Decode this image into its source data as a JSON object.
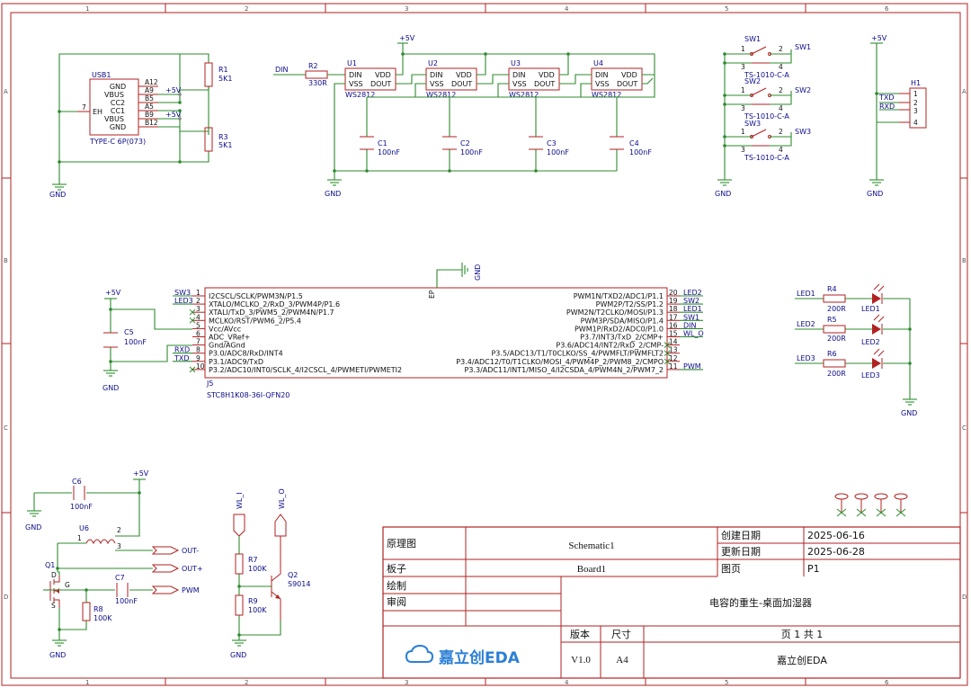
{
  "sheet": {
    "grid_cols": [
      "1",
      "2",
      "3",
      "4",
      "5",
      "6"
    ],
    "grid_rows": [
      "A",
      "B",
      "C",
      "D"
    ]
  },
  "title_block": {
    "kind_label": "原理图",
    "kind_value": "Schematic1",
    "board_label": "板子",
    "board_value": "Board1",
    "drawn_label": "绘制",
    "review_label": "审阅",
    "created_label": "创建日期",
    "created_value": "2025-06-16",
    "updated_label": "更新日期",
    "updated_value": "2025-06-28",
    "page_label": "图页",
    "page_value": "P1",
    "project_title": "电容的重生-桌面加湿器",
    "version_label": "版本",
    "version_value": "V1.0",
    "size_label": "尺寸",
    "size_value": "A4",
    "page_count": "页 1 共 1",
    "company": "嘉立创EDA",
    "logo_text": "嘉立创EDA"
  },
  "usb": {
    "ref": "USB1",
    "value": "TYPE-C 6P(073)",
    "pins": [
      "GND",
      "VBUS",
      "CC2",
      "CC1",
      "VBUS",
      "GND"
    ],
    "pin_numbers": [
      "A12",
      "A9",
      "B5",
      "A5",
      "B9",
      "B12"
    ],
    "shell_label": "EH",
    "shell_pin": "7",
    "r1_ref": "R1",
    "r1_val": "5K1",
    "r3_ref": "R3",
    "r3_val": "5K1"
  },
  "leds": {
    "chips": [
      {
        "ref": "U1",
        "value": "WS2812"
      },
      {
        "ref": "U2",
        "value": "WS2812"
      },
      {
        "ref": "U3",
        "value": "WS2812"
      },
      {
        "ref": "U4",
        "value": "WS2812"
      }
    ],
    "pin_left": [
      "DIN",
      "VSS"
    ],
    "pin_right": [
      "VDD",
      "DOUT"
    ],
    "caps": [
      {
        "ref": "C1",
        "value": "100nF"
      },
      {
        "ref": "C2",
        "value": "100nF"
      },
      {
        "ref": "C3",
        "value": "100nF"
      },
      {
        "ref": "C4",
        "value": "100nF"
      }
    ],
    "r2_ref": "R2",
    "r2_val": "330R",
    "din_net": "DIN"
  },
  "switches": [
    {
      "ref": "SW1",
      "value": "TS-1010-C-A",
      "net": "SW1"
    },
    {
      "ref": "SW2",
      "value": "TS-1010-C-A",
      "net": "SW2"
    },
    {
      "ref": "SW3",
      "value": "TS-1010-C-A",
      "net": "SW3"
    }
  ],
  "header": {
    "ref": "H1",
    "nets": [
      "TXD",
      "RXD"
    ],
    "pins": [
      "1",
      "2",
      "3",
      "4"
    ]
  },
  "mcu": {
    "ref": "J5",
    "value": "STC8H1K08-36I-QFN20",
    "ep_label": "EP",
    "left_pins": [
      {
        "num": "1",
        "label": "I2CSCL/SCLK/PWM3N/P1.5",
        "net": "SW3"
      },
      {
        "num": "2",
        "label": "XTALO/MCLKO_2/RxD_3/PWM4P/P1.6",
        "net": "LED3"
      },
      {
        "num": "3",
        "label": "XTALI/TxD_3/PWM5_2/PWM4N/P1.7",
        "net": ""
      },
      {
        "num": "4",
        "label": "MCLKO/RST/PWM6_2/P5.4",
        "net": ""
      },
      {
        "num": "5",
        "label": "Vcc/AVcc",
        "net": ""
      },
      {
        "num": "6",
        "label": "ADC_VRef+",
        "net": ""
      },
      {
        "num": "7",
        "label": "Gnd/AGnd",
        "net": ""
      },
      {
        "num": "8",
        "label": "P3.0/ADC8/RxD/INT4",
        "net": "RXD"
      },
      {
        "num": "9",
        "label": "P3.1/ADC9/TxD",
        "net": "TXD"
      },
      {
        "num": "10",
        "label": "P3.2/ADC10/INT0/SCLK_4/I2CSCL_4/PWMETI/PWMETI2",
        "net": ""
      }
    ],
    "right_pins": [
      {
        "num": "20",
        "label": "PWM1N/TXD2/ADC1/P1.1",
        "net": "LED2"
      },
      {
        "num": "19",
        "label": "PWM2P/T2/SS/P1.2",
        "net": "SW2"
      },
      {
        "num": "18",
        "label": "PWM2N/T2CLKO/MOSI/P1.3",
        "net": "LED1"
      },
      {
        "num": "17",
        "label": "PWM3P/SDA/MISO/P1.4",
        "net": "SW1"
      },
      {
        "num": "16",
        "label": "PWM1P/RxD2/ADC0/P1.0",
        "net": "DIN"
      },
      {
        "num": "15",
        "label": "P3.7/INT3/TxD_2/CMP+",
        "net": "WL_O"
      },
      {
        "num": "14",
        "label": "P3.6/ADC14/INT2/RxD_2/CMP-",
        "net": ""
      },
      {
        "num": "13",
        "label": "P3.5/ADC13/T1/T0CLKO/SS_4/PWMFLT/PWMFLT2",
        "net": ""
      },
      {
        "num": "12",
        "label": "P3.4/ADC12/T0/T1CLKO/MOSI_4/PWM4P_2/PWM8_2/CMPO",
        "net": ""
      },
      {
        "num": "11",
        "label": "P3.3/ADC11/INT1/MISO_4/I2CSDA_4/PWM4N_2/PWM7_2",
        "net": "PWM"
      }
    ],
    "c5_ref": "C5",
    "c5_val": "100nF"
  },
  "indicators": [
    {
      "net": "LED1",
      "r_ref": "R4",
      "r_val": "200R",
      "led": "LED1"
    },
    {
      "net": "LED2",
      "r_ref": "R5",
      "r_val": "200R",
      "led": "LED2"
    },
    {
      "net": "LED3",
      "r_ref": "R6",
      "r_val": "200R",
      "led": "LED3"
    }
  ],
  "driver": {
    "c6_ref": "C6",
    "c6_val": "100nF",
    "u6_ref": "U6",
    "u6_pins": [
      "1",
      "2",
      "3"
    ],
    "q1_ref": "Q1",
    "q1_pins": [
      "D",
      "G",
      "S"
    ],
    "c7_ref": "C7",
    "c7_val": "100nF",
    "r8_ref": "R8",
    "r8_val": "100K",
    "out_minus": "OUT-",
    "out_plus": "OUT+",
    "pwm": "PWM"
  },
  "sense": {
    "wl_i": "WL_I",
    "wl_o": "WL_O",
    "r7_ref": "R7",
    "r7_val": "100K",
    "r9_ref": "R9",
    "r9_val": "100K",
    "q2_ref": "Q2",
    "q2_val": "S9014"
  },
  "power": {
    "vcc": "+5V",
    "gnd": "GND"
  }
}
